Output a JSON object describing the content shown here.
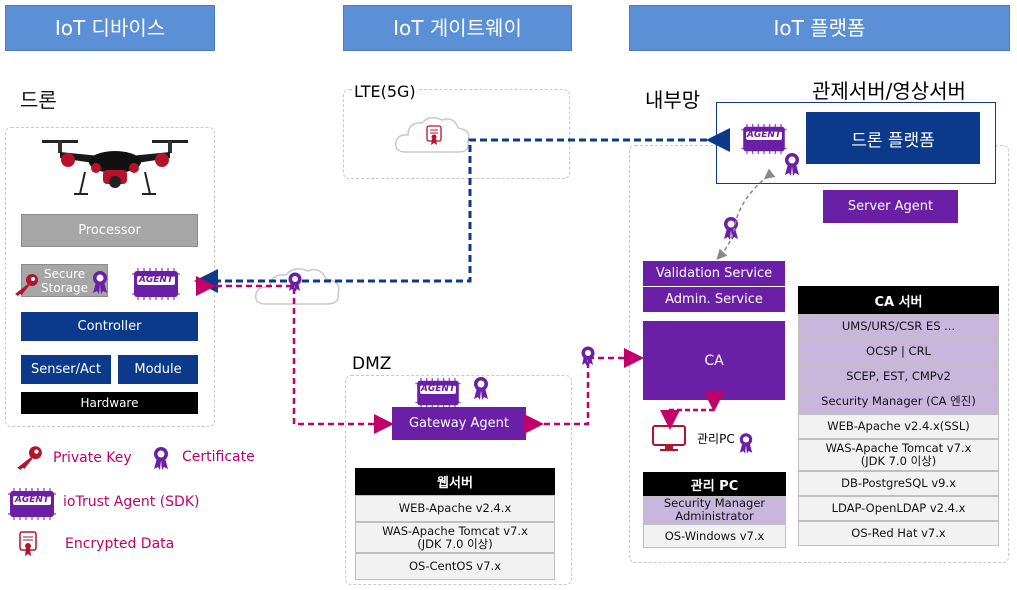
{
  "headers": {
    "device": "IoT 디바이스",
    "gateway": "IoT 게이트웨이",
    "platform": "IoT 플랫폼"
  },
  "device": {
    "title": "드론",
    "processor": "Processor",
    "secure_storage": "Secure\nStorage",
    "agent_badge": "AGENT",
    "controller": "Controller",
    "senser": "Senser/Act",
    "module": "Module",
    "hardware": "Hardware"
  },
  "gateway": {
    "lte_label": "LTE(5G)",
    "dmz_label": "DMZ",
    "agent_badge": "AGENT",
    "gateway_agent": "Gateway Agent",
    "web_table": {
      "header": "웹서버",
      "rows": [
        "WEB-Apache v2.4.x",
        "WAS-Apache Tomcat v7.x\n(JDK 7.0 이상)",
        "OS-CentOS v7.x"
      ]
    }
  },
  "platform": {
    "internal_net": "내부망",
    "server_label": "관제서버/영상서버",
    "agent_badge": "AGENT",
    "drone_platform": "드론 플랫폼",
    "server_agent": "Server Agent",
    "validation_service": "Validation Service",
    "admin_service": "Admin. Service",
    "ca": "CA",
    "mgmt_pc_label": "관리PC",
    "mgmt_table": {
      "header": "관리 PC",
      "rows": [
        "Security Manager\nAdministrator",
        "OS-Windows v7.x"
      ]
    },
    "ca_table": {
      "header": "CA 서버",
      "rows": [
        "UMS/URS/CSR ES ...",
        "OCSP |  CRL",
        "SCEP, EST, CMPv2",
        "Security Manager (CA 엔진)",
        "WEB-Apache v2.4.x(SSL)",
        "WAS-Apache Tomcat v7.x\n(JDK 7.0 이상)",
        "DB-PostgreSQL v9.x",
        "LDAP-OpenLDAP v2.4.x",
        "OS-Red Hat v7.x"
      ]
    }
  },
  "legend": {
    "private_key": "Private Key",
    "certificate": "Certificate",
    "agent_badge": "AGENT",
    "agent": "ioTrust Agent (SDK)",
    "encrypted": "Encrypted Data"
  },
  "colors": {
    "header_blue": "#5b8fd6",
    "navy": "#0b3a8a",
    "purple": "#6b1fa6",
    "magenta": "#c2006a",
    "light_purple": "#c9b6dc"
  }
}
